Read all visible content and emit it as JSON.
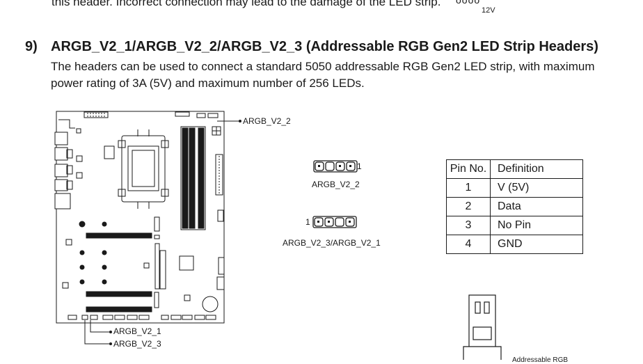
{
  "previous": {
    "text": "this header. Incorrect connection may lead to the damage of the LED strip.",
    "voltage": "12V",
    "pins": "oooo"
  },
  "section": {
    "number": "9)",
    "title": "ARGB_V2_1/ARGB_V2_2/ARGB_V2_3 (Addressable RGB Gen2 LED Strip Headers)",
    "description": "The headers can be used to connect a standard 5050 addressable RGB Gen2 LED strip, with maximum power rating of 3A (5V) and maximum number of 256 LEDs."
  },
  "board_labels": {
    "top": "ARGB_V2_2",
    "bottom1": "ARGB_V2_1",
    "bottom3": "ARGB_V2_3"
  },
  "connectors": {
    "top_label": "ARGB_V2_2",
    "top_pin1": "1",
    "bottom_label": "ARGB_V2_3/ARGB_V2_1",
    "bottom_pin1": "1"
  },
  "pin_table": {
    "headers": [
      "Pin No.",
      "Definition"
    ],
    "rows": [
      [
        "1",
        "V (5V)"
      ],
      [
        "2",
        "Data"
      ],
      [
        "3",
        "No Pin"
      ],
      [
        "4",
        "GND"
      ]
    ]
  },
  "strip_label": "Addressable RGB"
}
